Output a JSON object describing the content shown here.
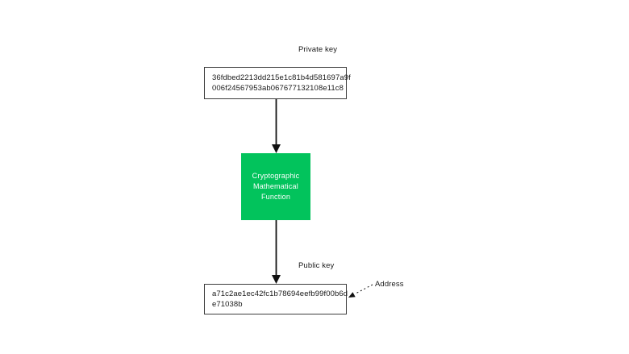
{
  "diagram": {
    "private_key": {
      "label": "Private key",
      "value_line1": "36fdbed2213dd215e1c81b4d581697a9f",
      "value_line2": "006f24567953ab067677132108e11c8"
    },
    "function_box": {
      "line1": "Cryptographic",
      "line2": "Mathematical",
      "line3": "Function"
    },
    "public_key": {
      "label": "Public key",
      "value_line1": "a71c2ae1ec42fc1b78694eefb99f00b6d",
      "value_line2": "e71038b"
    },
    "address": {
      "label": "Address"
    },
    "colors": {
      "function_box_bg": "#02C35C",
      "function_box_text": "#ffffff",
      "arrow": "#111111",
      "box_border": "#3d3d3d",
      "text": "#1a1a1a",
      "background": "#ffffff"
    }
  }
}
